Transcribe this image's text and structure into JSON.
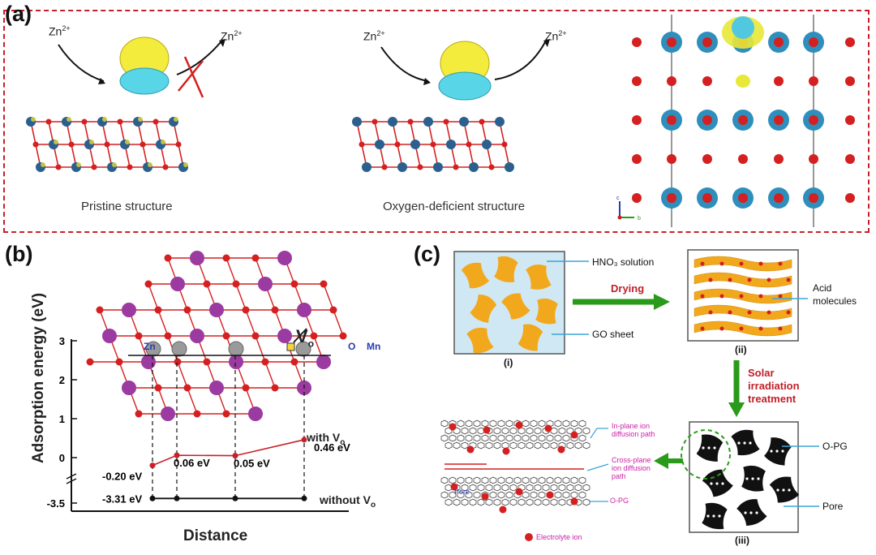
{
  "panel_a": {
    "label": "(a)",
    "ion_label": "Zn",
    "ion_charge": "2+",
    "caption_left": "Pristine structure",
    "caption_mid": "Oxygen-deficient structure",
    "axis_c": "c",
    "axis_b": "b"
  },
  "panel_b": {
    "label": "(b)",
    "vo_label": "V",
    "vo_sub": "o",
    "atom_zn": "Zn",
    "atom_o": "O",
    "atom_mn": "Mn",
    "series_with": "with V",
    "series_with_sub": "o",
    "series_without": "without V",
    "series_without_sub": "o"
  },
  "chart_data": {
    "type": "line",
    "ylabel": "Adsorption energy (eV)",
    "xlabel": "Distance",
    "y_ticks": [
      "3",
      "2",
      "1",
      "0",
      "-3.5"
    ],
    "ylim": [
      -3.5,
      3
    ],
    "series": [
      {
        "name": "with Vo",
        "values": [
          -0.2,
          0.06,
          0.05,
          0.46
        ],
        "labels": [
          "-0.20 eV",
          "0.06 eV",
          "0.05 eV",
          "0.46 eV"
        ]
      },
      {
        "name": "without Vo",
        "values": [
          -3.31,
          -3.31,
          -3.31,
          -3.31
        ],
        "labels": [
          "-3.31 eV"
        ]
      }
    ],
    "x_index": [
      0,
      1,
      2,
      3
    ]
  },
  "panel_c": {
    "label": "(c)",
    "hno3": "HNO₃ solution",
    "drying": "Drying",
    "acid": "Acid",
    "molecules": "molecules",
    "go_sheet": "GO sheet",
    "step_i": "(i)",
    "step_ii": "(ii)",
    "step_iii": "(iii)",
    "solar1": "Solar",
    "solar2": "irradiation",
    "solar3": "treatment",
    "opg": "O-PG",
    "pore": "Pore",
    "inplane1": "In-plane ion",
    "inplane2": "diffusion path",
    "cross1": "Cross-plane",
    "cross2": "ion diffusion",
    "cross3": "path",
    "opg_small": "O-PG",
    "pore_small": "Pore",
    "electrolyte": "Electrolyte ion"
  },
  "colors": {
    "red_frame": "#c8202a",
    "oxygen": "#d42020",
    "metal_blue": "#2b5f8e",
    "mn_purple": "#9b3aa0",
    "go_orange": "#f2a81d",
    "arrow_green": "#2a9a1a",
    "pointer_cyan": "#3aa6d8"
  }
}
